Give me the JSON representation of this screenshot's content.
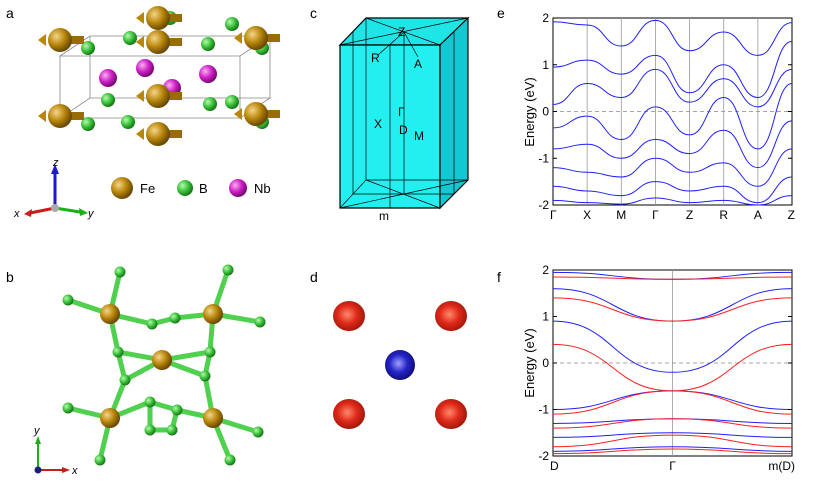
{
  "panels": {
    "a": {
      "letter": "a",
      "legend": [
        {
          "label": "Fe",
          "color": "#b8860b"
        },
        {
          "label": "B",
          "color": "#3cc43c"
        },
        {
          "label": "Nb",
          "color": "#d020c8"
        }
      ],
      "axes": {
        "x": "x",
        "y": "y",
        "z": "z"
      }
    },
    "b": {
      "letter": "b",
      "axes": {
        "x": "x",
        "y": "y"
      }
    },
    "c": {
      "letter": "c",
      "points": {
        "Z": "Z",
        "R": "R",
        "A": "A",
        "Gamma": "Γ",
        "X": "X",
        "D": "D",
        "M": "M",
        "m": "m"
      }
    },
    "d": {
      "letter": "d"
    },
    "e": {
      "letter": "e"
    },
    "f": {
      "letter": "f"
    }
  },
  "chart_data": [
    {
      "panel": "e",
      "type": "line",
      "ylabel": "Energy  (eV)",
      "ylim": [
        -2,
        2
      ],
      "yticks": [
        "-2",
        "-1",
        "0",
        "1",
        "2"
      ],
      "kpath": [
        "Γ",
        "X",
        "M",
        "Γ",
        "Z",
        "R",
        "A",
        "Z"
      ],
      "fermi_level": 0,
      "series": [
        {
          "color": "#2020ff",
          "values": [
            1.92,
            1.85,
            1.4,
            1.95,
            1.3,
            1.7,
            1.2,
            1.9
          ]
        },
        {
          "color": "#2020ff",
          "values": [
            0.95,
            1.1,
            0.8,
            1.2,
            0.4,
            1.0,
            0.3,
            1.5
          ]
        },
        {
          "color": "#2020ff",
          "values": [
            0.15,
            0.6,
            0.3,
            0.9,
            0.2,
            0.7,
            0.1,
            0.9
          ]
        },
        {
          "color": "#2020ff",
          "values": [
            -0.35,
            -0.1,
            -0.6,
            0.1,
            -0.5,
            0.3,
            -0.8,
            0.6
          ]
        },
        {
          "color": "#2020ff",
          "values": [
            -0.8,
            -0.7,
            -1.0,
            -0.6,
            -0.9,
            -0.4,
            -1.2,
            -0.2
          ]
        },
        {
          "color": "#2020ff",
          "values": [
            -1.2,
            -1.3,
            -1.4,
            -1.0,
            -1.3,
            -1.1,
            -1.6,
            -0.8
          ]
        },
        {
          "color": "#2020ff",
          "values": [
            -1.6,
            -1.7,
            -1.8,
            -1.5,
            -1.7,
            -1.6,
            -1.95,
            -1.4
          ]
        },
        {
          "color": "#2020ff",
          "values": [
            -1.9,
            -1.95,
            -1.98,
            -1.85,
            -1.95,
            -1.9,
            -2.0,
            -1.8
          ]
        }
      ]
    },
    {
      "panel": "f",
      "type": "line",
      "ylabel": "Energy  (eV)",
      "ylim": [
        -2,
        2
      ],
      "yticks": [
        "-2",
        "-1",
        "0",
        "1",
        "2"
      ],
      "kpath": [
        "D",
        "Γ",
        "m(D)"
      ],
      "fermi_level": 0,
      "series": [
        {
          "color": "#2020ff",
          "values": [
            1.95,
            1.8,
            1.95
          ]
        },
        {
          "color": "#ff2020",
          "values": [
            1.85,
            1.8,
            1.85
          ]
        },
        {
          "color": "#2020ff",
          "values": [
            1.6,
            0.9,
            1.6
          ]
        },
        {
          "color": "#ff2020",
          "values": [
            1.4,
            0.9,
            1.4
          ]
        },
        {
          "color": "#2020ff",
          "values": [
            0.9,
            -0.2,
            0.9
          ]
        },
        {
          "color": "#ff2020",
          "values": [
            0.4,
            -0.6,
            0.4
          ]
        },
        {
          "color": "#2020ff",
          "values": [
            -1.0,
            -0.6,
            -1.0
          ]
        },
        {
          "color": "#ff2020",
          "values": [
            -1.1,
            -0.6,
            -1.1
          ]
        },
        {
          "color": "#2020ff",
          "values": [
            -1.3,
            -1.2,
            -1.3
          ]
        },
        {
          "color": "#ff2020",
          "values": [
            -1.4,
            -1.2,
            -1.4
          ]
        },
        {
          "color": "#2020ff",
          "values": [
            -1.6,
            -1.5,
            -1.6
          ]
        },
        {
          "color": "#ff2020",
          "values": [
            -1.8,
            -1.55,
            -1.8
          ]
        },
        {
          "color": "#2020ff",
          "values": [
            -1.9,
            -1.8,
            -1.9
          ]
        },
        {
          "color": "#ff2020",
          "values": [
            -1.95,
            -1.85,
            -1.95
          ]
        }
      ]
    }
  ]
}
